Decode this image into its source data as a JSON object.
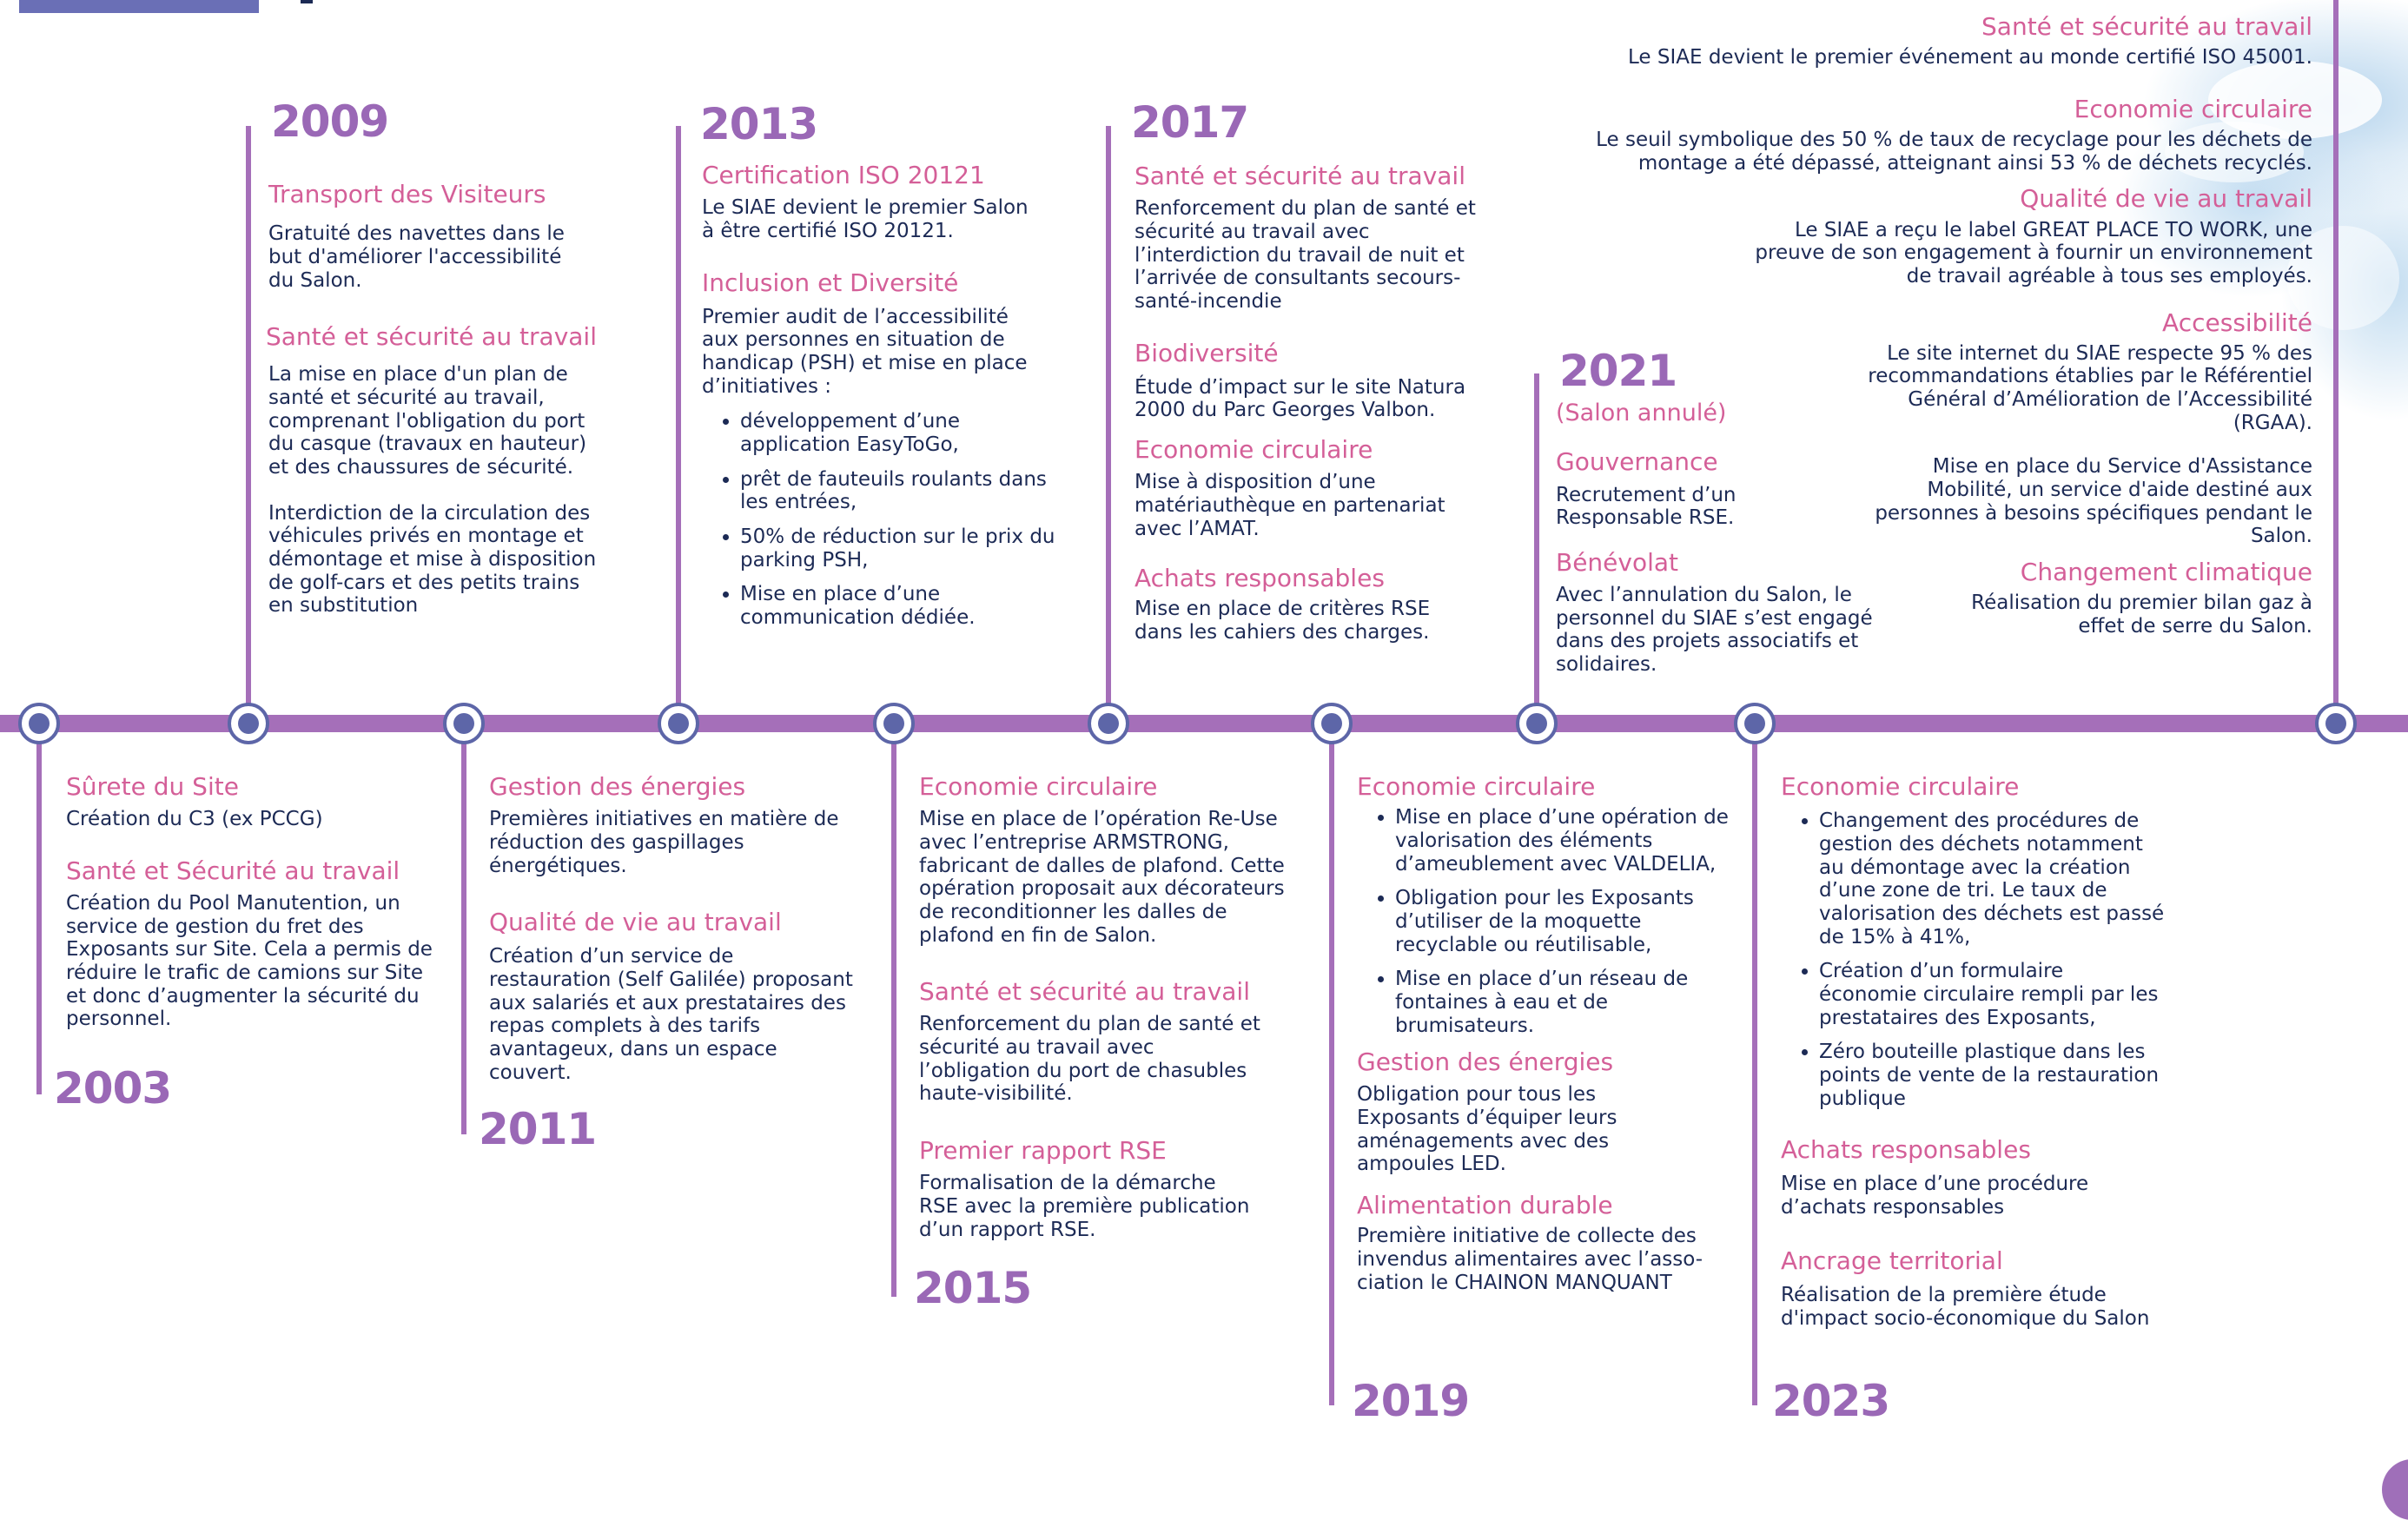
{
  "years": {
    "y2003": "2003",
    "y2009": "2009",
    "y2011": "2011",
    "y2013": "2013",
    "y2015": "2015",
    "y2017": "2017",
    "y2019": "2019",
    "y2021": "2021",
    "y2023": "2023"
  },
  "y2003": {
    "h1": "Sûrete du Site",
    "t1": "Création du C3 (ex PCCG)",
    "h2": "Santé et Sécurité au travail",
    "t2": "Création du Pool Manutention, un service de gestion du fret des Exposants sur Site. Cela a permis de réduire le trafic de camions sur Site et donc d’augmenter la sécurité du personnel."
  },
  "y2009": {
    "h1": "Transport des Visiteurs",
    "t1": "Gratuité des navettes dans le but d'améliorer l'accessibilité du Salon.",
    "h2": "Santé et sécurité au travail",
    "t2": "La mise en place d'un plan de santé et sécurité au travail, comprenant l'obligation du port du casque (travaux en hauteur) et des chaussures de sécurité.",
    "t3": "Interdiction de la circulation des véhicules privés en montage et démontage et mise à disposition de golf-cars et des petits trains en substitution"
  },
  "y2011": {
    "h1": "Gestion des énergies",
    "t1": "Premières initiatives en matière de réduction des gaspillages énergétiques.",
    "h2": "Qualité de vie au travail",
    "t2": "Création d’un service de restauration (Self Galilée) proposant aux salariés et aux prestataires des repas complets à des tarifs avantageux, dans un espace couvert."
  },
  "y2013": {
    "h1": "Certification ISO 20121",
    "t1": "Le SIAE devient le premier Salon à être certifié ISO 20121.",
    "h2": "Inclusion et Diversité",
    "t2": "Premier audit de l’accessibilité aux personnes en situation de handicap (PSH) et mise en place d’initiatives :",
    "bullets": [
      "développement d’une application EasyToGo,",
      "prêt de fauteuils roulants dans les entrées,",
      "50% de réduction sur le prix du parking PSH,",
      "Mise en place d’une communication dédiée."
    ]
  },
  "y2015": {
    "h1": "Economie circulaire",
    "t1": "Mise en place de l’opération Re-Use avec l’entreprise ARMSTRONG, fabricant de dalles de plafond. Cette opération proposait aux décorateurs de reconditionner les dalles de plafond en fin de Salon.",
    "h2": "Santé et sécurité au travail",
    "t2": "Renforcement du plan de santé et sécurité au travail avec l’obligation du port de chasubles haute-visibilité.",
    "h3": "Premier rapport RSE",
    "t3": "Formalisation de la démarche RSE avec la première publication d’un rapport RSE."
  },
  "y2017": {
    "h1": "Santé et sécurité au travail",
    "t1": "Renforcement du plan de santé et sécurité au travail avec l’interdiction du travail de nuit et l’arrivée de consultants secours-santé-incendie",
    "h2": "Biodiversité",
    "t2": "Étude d’impact sur le site Natura 2000 du Parc Georges Valbon.",
    "h3": "Economie circulaire",
    "t3": "Mise à disposition d’une matériauthèque en partenariat avec l’AMAT.",
    "h4": "Achats responsables",
    "t4": "Mise en place de critères RSE dans les cahiers des charges."
  },
  "y2019": {
    "h1": "Economie circulaire",
    "bullets": [
      "Mise en place d’une opération de valorisation des éléments d’ameublement avec VALDELIA,",
      "Obligation pour les Exposants d’utiliser de la moquette recyclable ou réutilisable,",
      "Mise en place d’un réseau de fontaines à eau et de brumisateurs."
    ],
    "h2": "Gestion des énergies",
    "t2": "Obligation pour tous les Exposants d’équiper leurs aménagements avec des ampoules LED.",
    "h3": "Alimentation durable",
    "t3": "Première initiative de collecte des invendus alimentaires avec l’asso-ciation le CHAINON MANQUANT"
  },
  "y2021": {
    "note": "(Salon annulé)",
    "h1": "Gouvernance",
    "t1": "Recrutement d’un Responsable RSE.",
    "h2": "Bénévolat",
    "t2": "Avec l’annulation du Salon, le personnel du SIAE s’est engagé dans des projets associatifs et solidaires."
  },
  "y2023": {
    "h1": "Economie circulaire",
    "bullets": [
      "Changement des procédures de gestion des déchets notamment au démontage avec la création d’une zone de tri. Le taux de valorisation des déchets est passé de 15% à 41%,",
      "Création d’un formulaire économie circulaire rempli par les prestataires des Exposants,",
      "Zéro bouteille plastique dans les points de vente de la restauration publique"
    ],
    "h2": "Achats responsables",
    "t2": "Mise en place d’une procédure d’achats responsables",
    "h3": "Ancrage territorial",
    "t3": "Réalisation de la première étude d'impact socio-économique du Salon"
  },
  "y2025": {
    "h1": "Santé et sécurité au travail",
    "t1": "Le SIAE devient le premier événement au monde certifié ISO 45001.",
    "h2": "Economie circulaire",
    "t2": "Le seuil symbolique des 50 % de taux de recyclage pour les déchets de montage a été dépassé, atteignant ainsi 53 % de déchets recyclés.",
    "h3": "Qualité de vie au travail",
    "t3": "Le SIAE a reçu le label GREAT PLACE TO WORK, une preuve de son engagement à fournir un environnement de travail agréable à tous ses employés.",
    "h4": "Accessibilité",
    "t4": "Le site internet du SIAE respecte 95 % des recommandations établies par le Référentiel Général d’Amélioration de l’Accessibilité (RGAA).",
    "t5": "Mise en place du Service d'Assistance Mobilité, un service d'aide destiné aux personnes à besoins spécifiques pendant le Salon.",
    "h5": "Changement climatique",
    "t6": "Réalisation du premier bilan gaz à effet de serre du Salon."
  }
}
